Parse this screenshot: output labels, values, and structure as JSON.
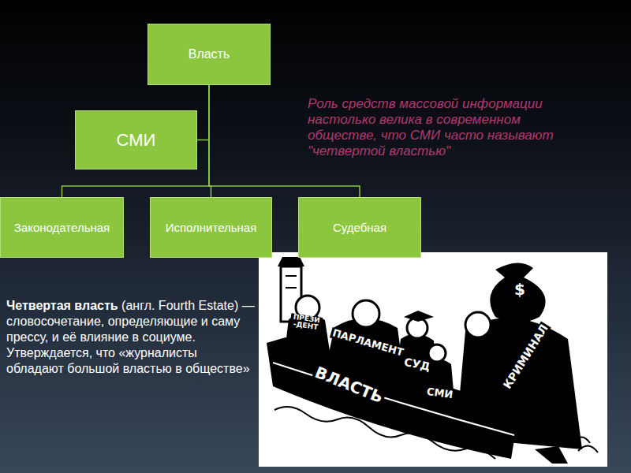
{
  "diagram": {
    "nodes": [
      {
        "text": [
          "Власть"
        ]
      },
      {
        "text": [
          "СМИ"
        ]
      },
      {
        "text": [
          "Законодательная"
        ]
      },
      {
        "text": [
          "Исполнительная"
        ]
      },
      {
        "text": [
          "Судебная"
        ]
      }
    ],
    "edges": [
      {
        "from": 0,
        "to": 1,
        "arrow": "none"
      },
      {
        "from": 0,
        "to": 2,
        "arrow": "none"
      },
      {
        "from": 0,
        "to": 3,
        "arrow": "none"
      },
      {
        "from": 0,
        "to": 4,
        "arrow": "none"
      }
    ],
    "labels": [
      "Роль средств массовой информации настолько велика в современном обществе, что СМИ часто называют \"четвертой властью\"",
      "Четвертая власть",
      "(англ. Fourth Estate) — словосочетание, определяющие и саму прессу, и её влияние в социуме. Утверждается, что «журналисты обладают большой властью в обществе»",
      "ВЛАСТЬ",
      "ПРЕЗИ-ДЕНТ",
      "ПАРЛАМЕНТ",
      "СУД",
      "СМИ",
      "КРИМИНАЛ",
      "$"
    ]
  }
}
